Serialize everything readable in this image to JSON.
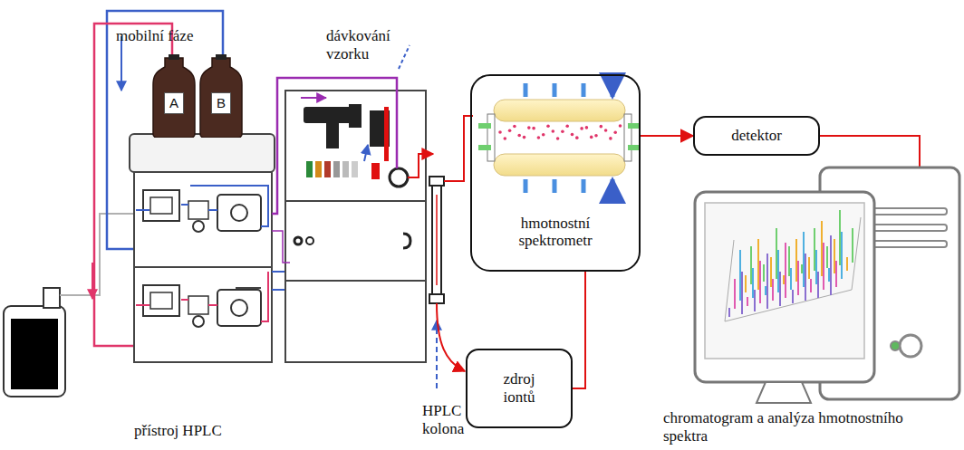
{
  "diagram": {
    "nodes": [
      {
        "text": [
          "A"
        ]
      },
      {
        "text": [
          "B"
        ]
      },
      {
        "text": [
          "hmotnostní spektrometr"
        ]
      },
      {
        "text": [
          "detektor"
        ]
      },
      {
        "text": [
          "zdroj iontů"
        ]
      }
    ],
    "edges": [
      {
        "from": 4,
        "to": 2,
        "arrow": "none"
      },
      {
        "from": 2,
        "to": 3,
        "arrow": "to"
      }
    ],
    "labels": [
      "mobilní fáze",
      "dávkování vzorku",
      "přístroj HPLC",
      "HPLC kolona",
      "chromatogram a analýza hmotnostního spektra"
    ]
  }
}
